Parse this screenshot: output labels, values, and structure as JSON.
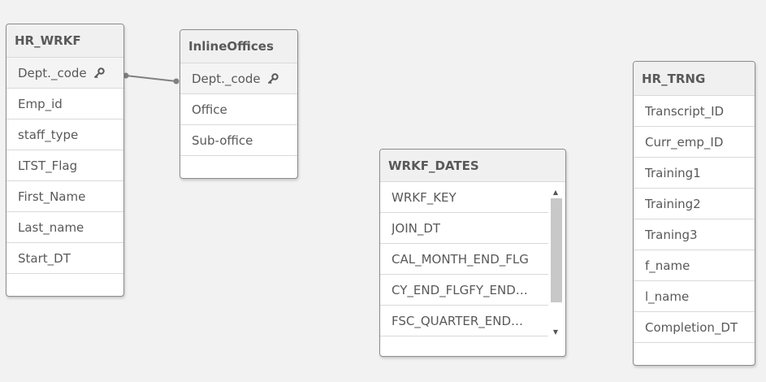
{
  "tables": [
    {
      "id": "hr_wrkf",
      "name": "HR_WRKF",
      "fields": [
        {
          "label": "Dept._code",
          "key": true
        },
        {
          "label": "Emp_id"
        },
        {
          "label": "staff_type"
        },
        {
          "label": "LTST_Flag"
        },
        {
          "label": "First_Name"
        },
        {
          "label": "Last_name"
        },
        {
          "label": "Start_DT"
        }
      ]
    },
    {
      "id": "inline_offices",
      "name": "InlineOffices",
      "fields": [
        {
          "label": "Dept._code",
          "key": true
        },
        {
          "label": "Office"
        },
        {
          "label": "Sub-office"
        }
      ]
    },
    {
      "id": "wrkf_dates",
      "name": "WRKF_DATES",
      "fields": [
        {
          "label": "WRKF_KEY"
        },
        {
          "label": "JOIN_DT"
        },
        {
          "label": "CAL_MONTH_END_FLG"
        },
        {
          "label": "CY_END_FLGFY_END…"
        },
        {
          "label": "FSC_QUARTER_END…"
        }
      ]
    },
    {
      "id": "hr_trng",
      "name": "HR_TRNG",
      "fields": [
        {
          "label": "Transcript_ID"
        },
        {
          "label": "Curr_emp_ID"
        },
        {
          "label": "Training1"
        },
        {
          "label": "Training2"
        },
        {
          "label": "Traning3"
        },
        {
          "label": "f_name"
        },
        {
          "label": "l_name"
        },
        {
          "label": "Completion_DT"
        }
      ]
    }
  ],
  "colors": {
    "link_line": "#808080",
    "key_icon": "#595959"
  },
  "icons": {
    "key": "key-icon",
    "scroll_up": "scroll-up-arrow-icon",
    "scroll_down": "scroll-down-arrow-icon"
  }
}
